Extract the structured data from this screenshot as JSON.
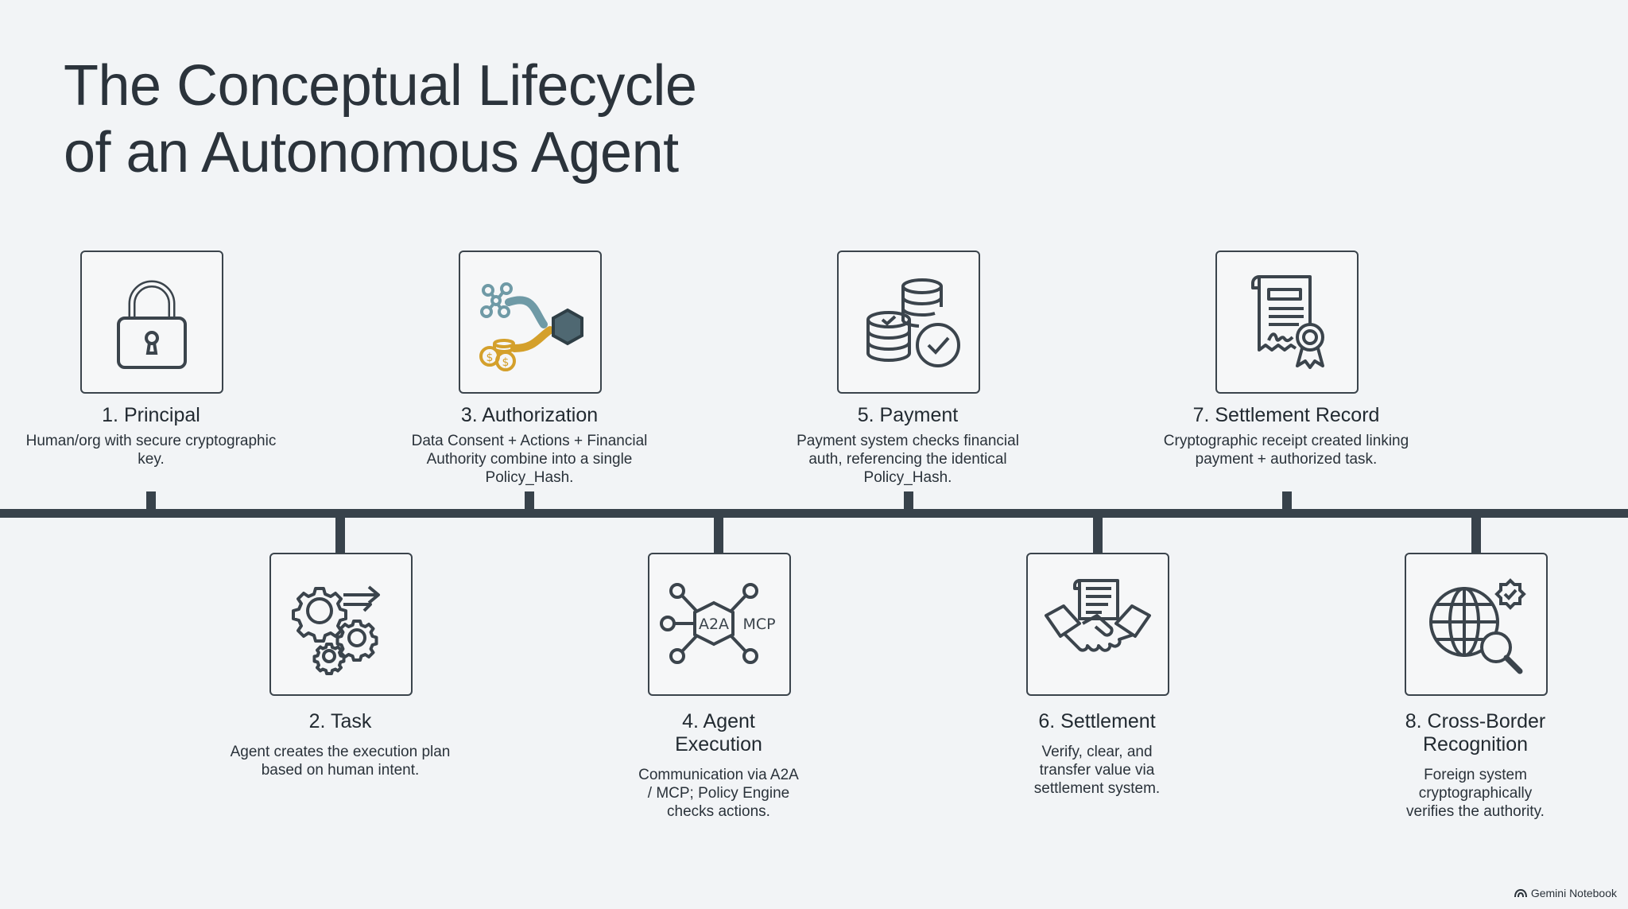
{
  "title": {
    "line1": "The Conceptual Lifecycle",
    "line2": "of an Autonomous Agent"
  },
  "steps": [
    {
      "title": "1. Principal",
      "desc": "Human/org with secure cryptographic key.",
      "icon": "padlock-icon"
    },
    {
      "title": "2. Task",
      "desc": "Agent creates the execution plan based on human intent.",
      "icon": "gears-arrow-icon"
    },
    {
      "title": "3. Authorization",
      "desc": "Data Consent + Actions + Financial Authority combine into a single Policy_Hash.",
      "icon": "merge-flow-icon"
    },
    {
      "title": "4. Agent Execution",
      "desc": "Communication via A2A / MCP; Policy Engine checks actions.",
      "icon": "protocol-network-icon"
    },
    {
      "title": "5. Payment",
      "desc": "Payment system checks financial auth, referencing the identical Policy_Hash.",
      "icon": "coin-stacks-check-icon"
    },
    {
      "title": "6. Settlement",
      "desc": "Verify, clear, and transfer value via settlement system.",
      "icon": "handshake-document-icon"
    },
    {
      "title": "7. Settlement Record",
      "desc": "Cryptographic receipt created linking payment + authorized task.",
      "icon": "certificate-icon"
    },
    {
      "title": "8. Cross-Border Recognition",
      "desc": "Foreign system cryptographically verifies the authority.",
      "icon": "globe-search-check-icon"
    }
  ],
  "icon_labels": {
    "a2a": "A2A",
    "mcp": "MCP"
  },
  "brand": {
    "label": "Gemini Notebook"
  },
  "colors": {
    "line": "#38424b",
    "accent_gold": "#d4a02b",
    "accent_teal": "#6f9aa6",
    "hex_slate": "#4f6872"
  }
}
